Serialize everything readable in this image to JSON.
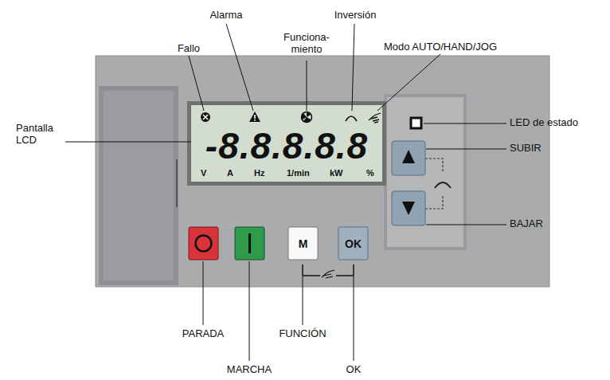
{
  "diagram": {
    "nodes": [
      {
        "text": [
          "-8.8.8.8.8",
          "V",
          "A",
          "Hz",
          "1/min",
          "kW",
          "%"
        ]
      },
      {
        "text": [
          "M"
        ]
      },
      {
        "text": [
          "OK"
        ]
      }
    ],
    "labels": [
      "Alarma",
      "Inversión",
      "Funciona- miento",
      "Fallo",
      "Modo AUTO/HAND/JOG",
      "Pantalla LCD",
      "LED de estado",
      "SUBIR",
      "BAJAR",
      "PARADA",
      "FUNCIÓN",
      "MARCHA",
      "OK"
    ]
  }
}
